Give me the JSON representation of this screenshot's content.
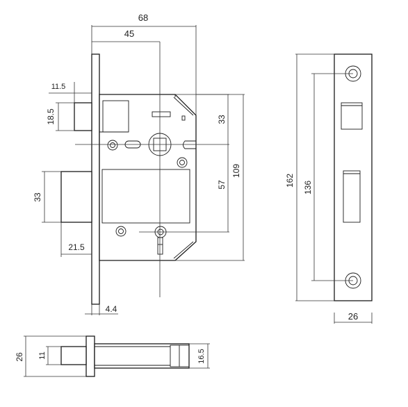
{
  "dimensions": {
    "case_depth": "68",
    "backset": "45",
    "forend_to_latch": "11.5",
    "latch_height": "18.5",
    "upper_to_spindle": "33",
    "case_height": "109",
    "bolt_height": "33",
    "centres": "57",
    "bolt_throw": "21.5",
    "forend_thickness": "4.4",
    "strike_height": "162",
    "strike_hole_centres": "136",
    "strike_width": "26",
    "bottom_height": "26",
    "bottom_bolt": "11",
    "bottom_body": "16.5"
  }
}
